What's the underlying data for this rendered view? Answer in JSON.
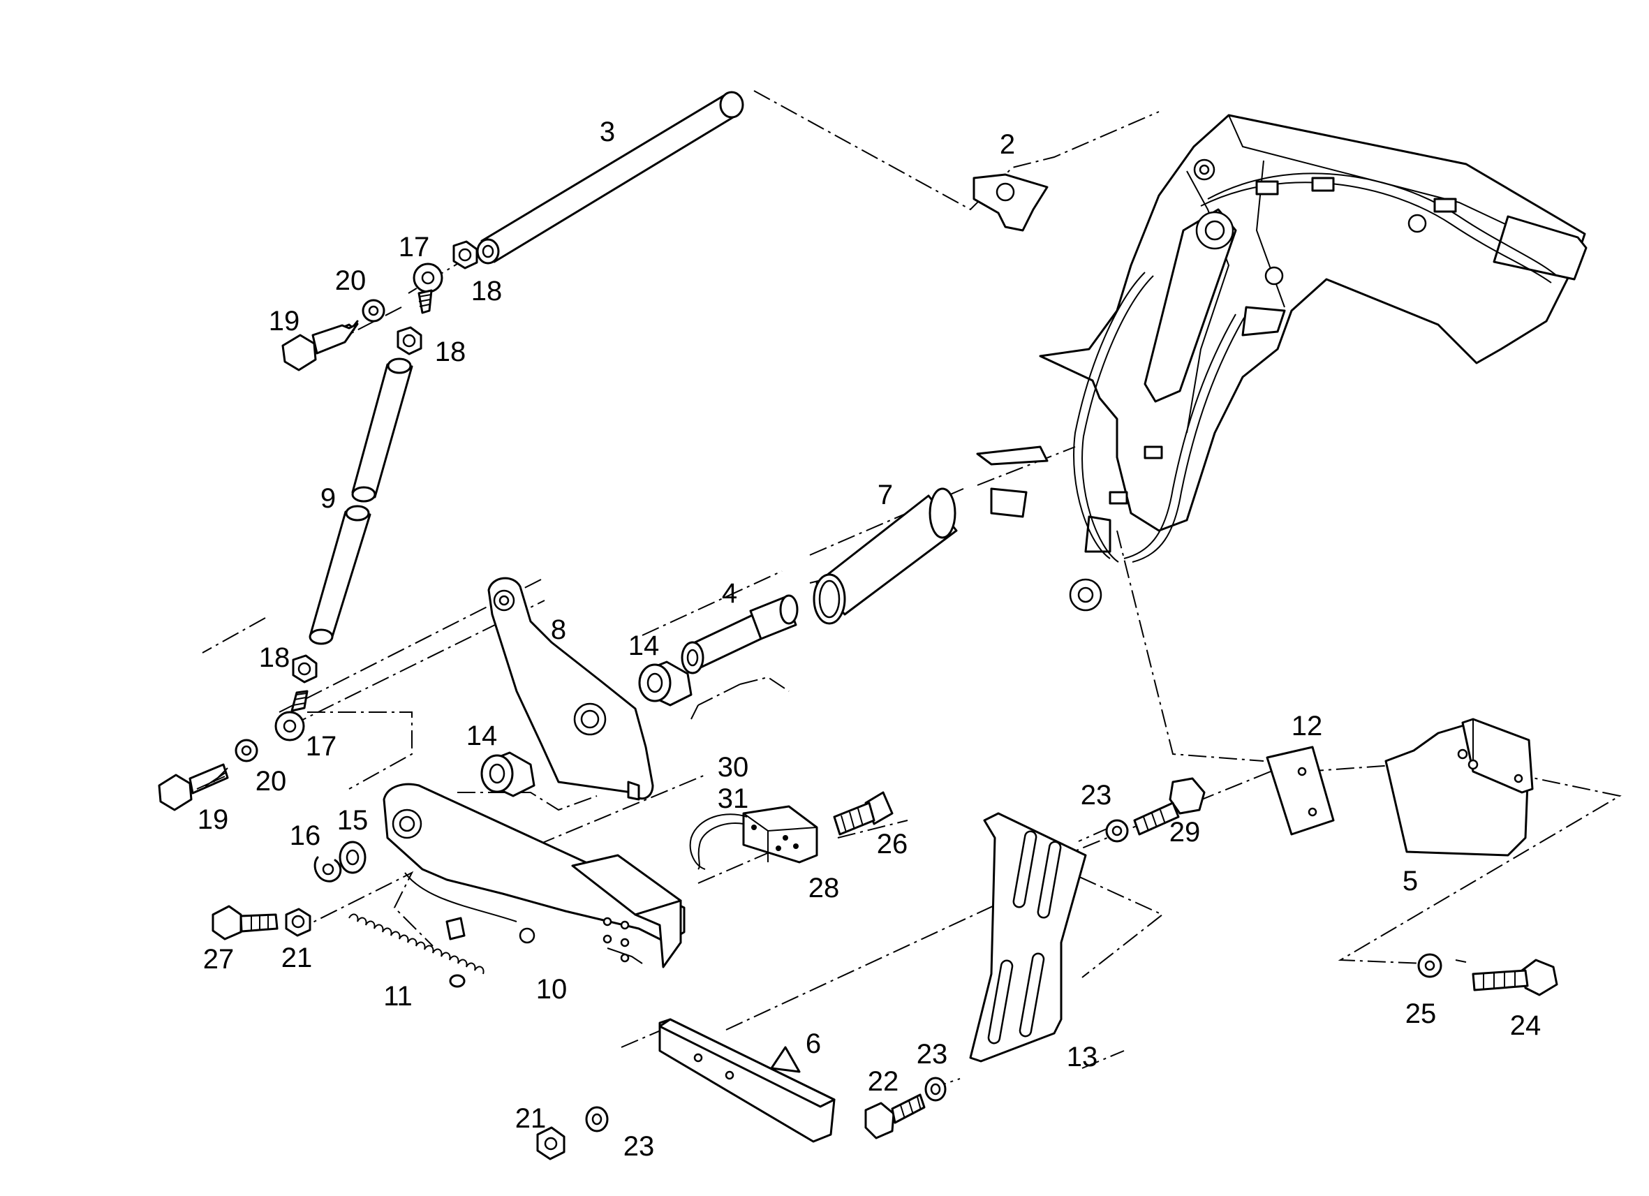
{
  "callouts": {
    "p2": "2",
    "p3": "3",
    "p4": "4",
    "p5": "5",
    "p6": "6",
    "p7": "7",
    "p8": "8",
    "p9": "9",
    "p10": "10",
    "p11": "11",
    "p12": "12",
    "p13": "13",
    "p14a": "14",
    "p14b": "14",
    "p15": "15",
    "p16": "16",
    "p17a": "17",
    "p17b": "17",
    "p18a": "18",
    "p18b": "18",
    "p18c": "18",
    "p19a": "19",
    "p19b": "19",
    "p20a": "20",
    "p20b": "20",
    "p21a": "21",
    "p21b": "21",
    "p22": "22",
    "p23a": "23",
    "p23b": "23",
    "p23c": "23",
    "p24": "24",
    "p25": "25",
    "p26": "26",
    "p27": "27",
    "p28": "28",
    "p29": "29",
    "p30": "30",
    "p31": "31"
  }
}
